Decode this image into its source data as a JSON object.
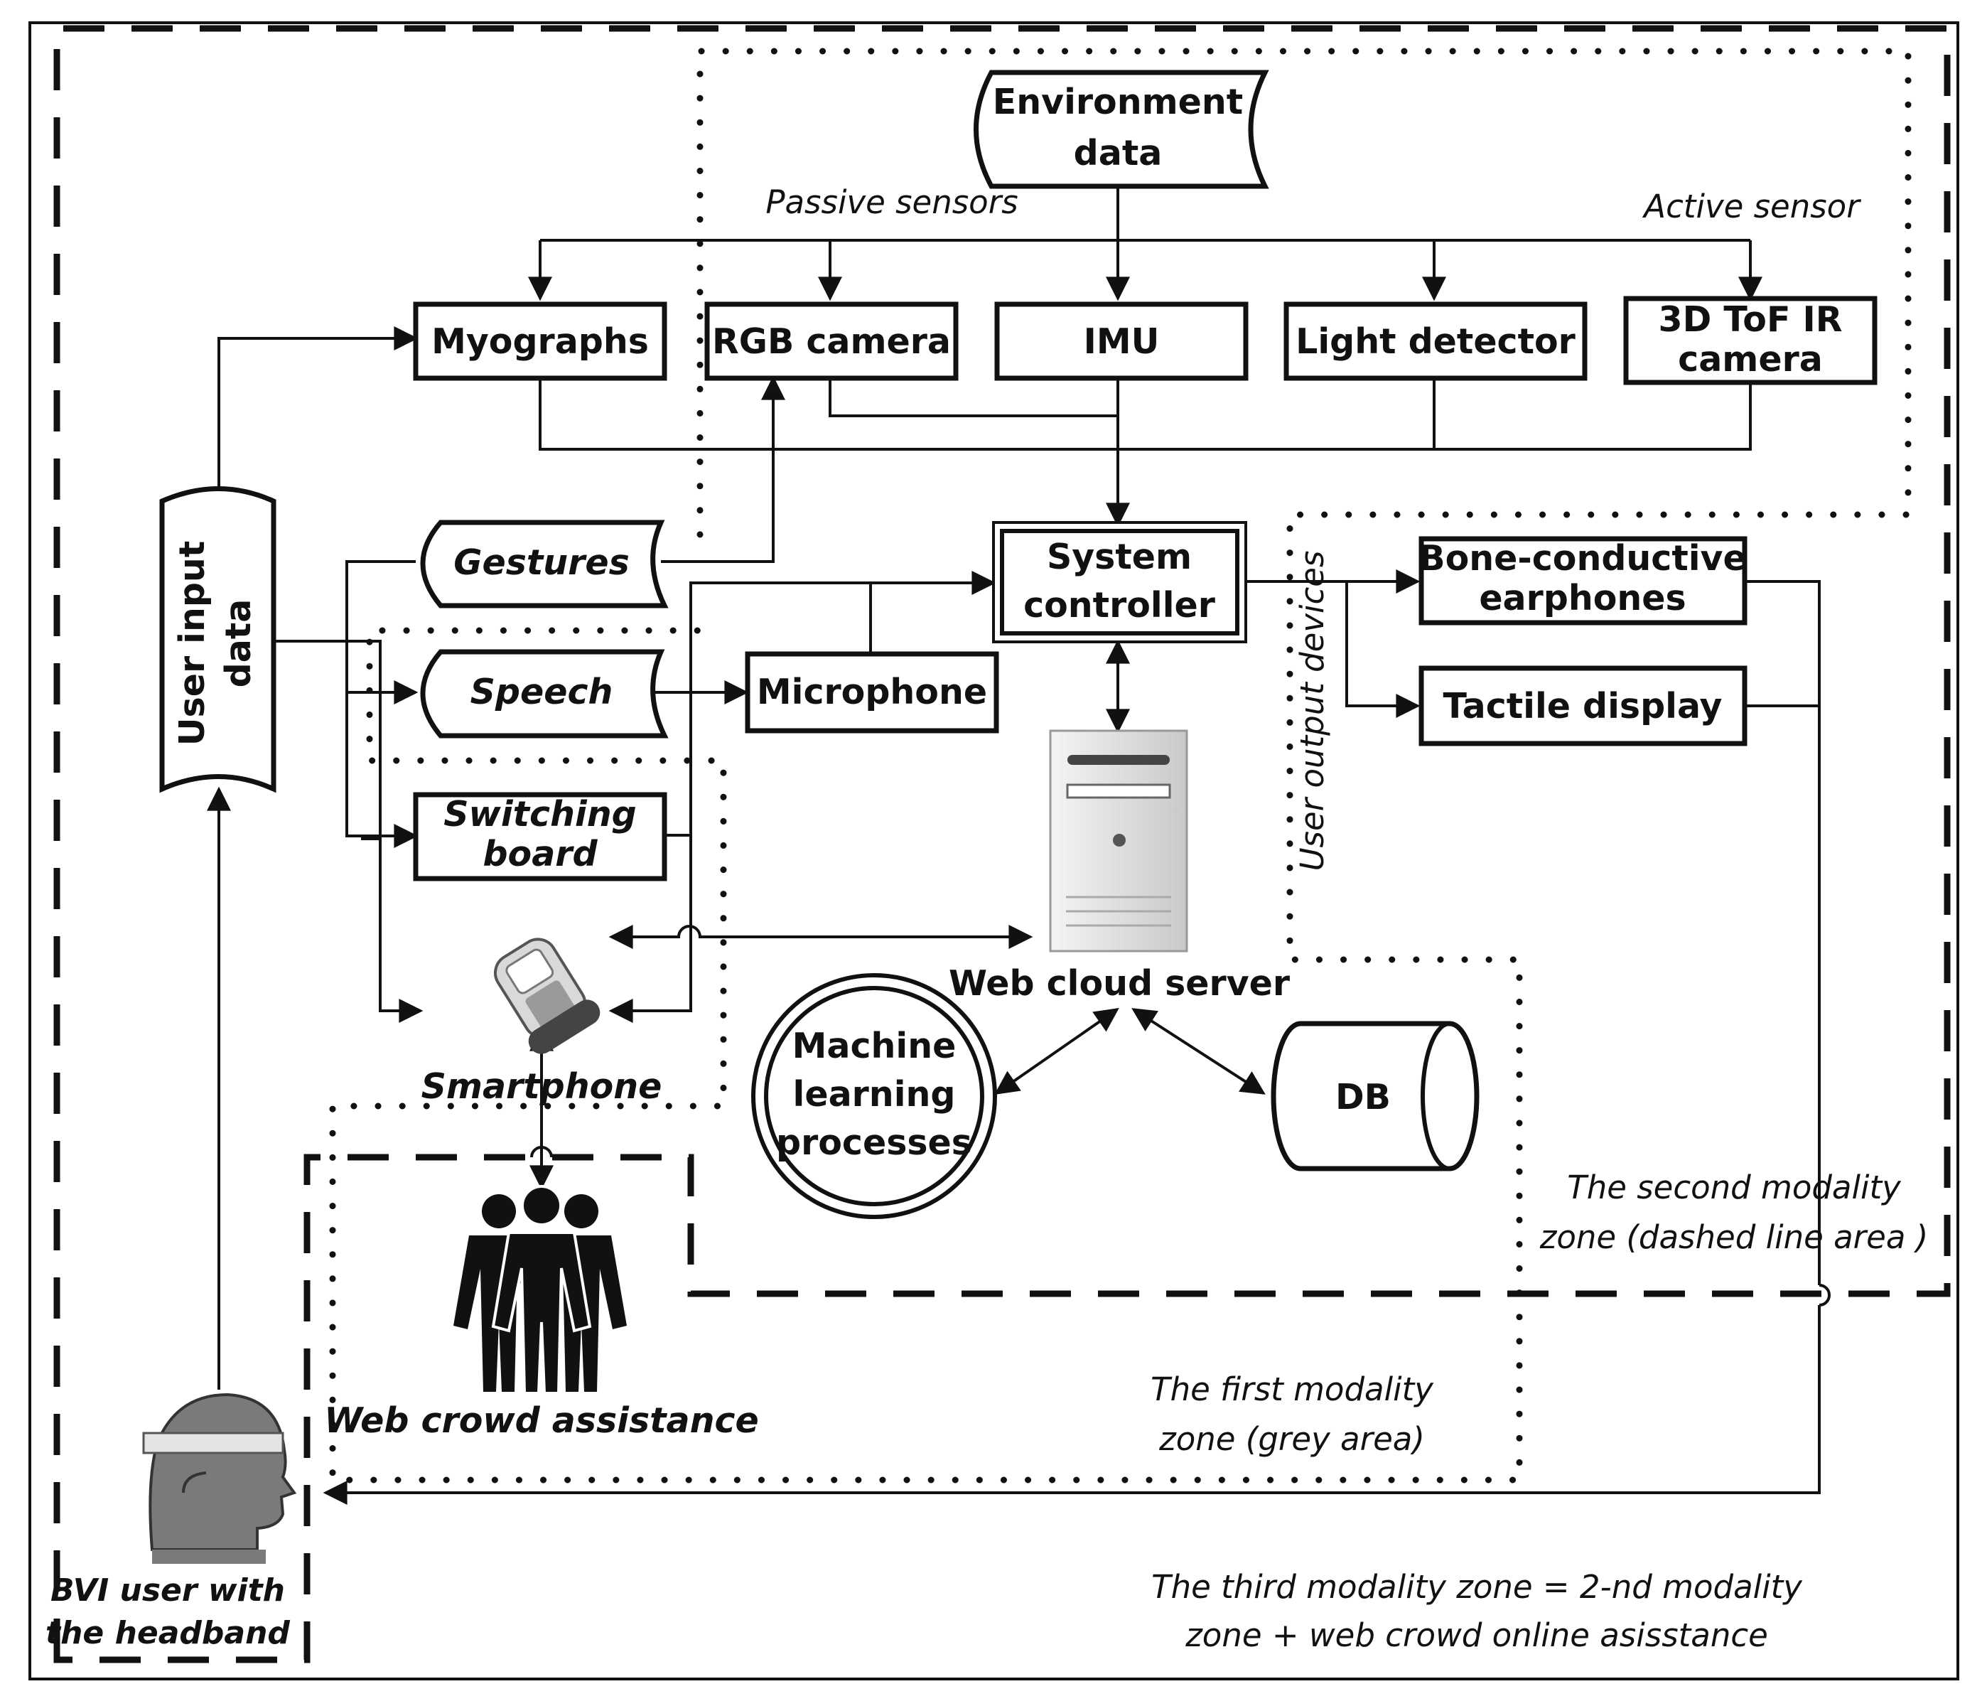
{
  "nodes": {
    "environment": [
      "Environment",
      "data"
    ],
    "myographs": "Myographs",
    "rgb_camera": "RGB camera",
    "imu": "IMU",
    "light_detector": "Light detector",
    "tof_camera": [
      "3D ToF IR",
      "camera"
    ],
    "user_input": [
      "User input",
      "data"
    ],
    "gestures": "Gestures",
    "speech": "Speech",
    "switching_board": [
      "Switching",
      "board"
    ],
    "microphone": "Microphone",
    "system_controller": [
      "System",
      "controller"
    ],
    "bone_earphones": [
      "Bone-conductive",
      "earphones"
    ],
    "tactile_display": "Tactile display",
    "web_cloud_server": "Web cloud server",
    "machine_learning": [
      "Machine",
      "learning",
      "processes"
    ],
    "db": "DB",
    "smartphone": "Smartphone",
    "web_crowd": "Web crowd assistance",
    "bvi_user": [
      "BVI user with",
      "the headband"
    ]
  },
  "annotations": {
    "passive_sensors": "Passive sensors",
    "active_sensor": "Active sensor",
    "user_output_devices": "User output devices",
    "second_zone": [
      "The second modality",
      "zone (dashed line area )"
    ],
    "first_zone": [
      "The first modality",
      "zone (grey area)"
    ],
    "third_zone": [
      "The third modality  zone = 2-nd modality",
      "zone + web crowd online asisstance"
    ]
  },
  "icons": {
    "server": "server-tower-icon",
    "phone": "mobile-phone-icon",
    "crowd": "crowd-people-icon",
    "user": "headband-user-icon"
  },
  "colors": {
    "stroke": "#111111",
    "background": "#ffffff",
    "server_grey": "#d4d4d4"
  }
}
